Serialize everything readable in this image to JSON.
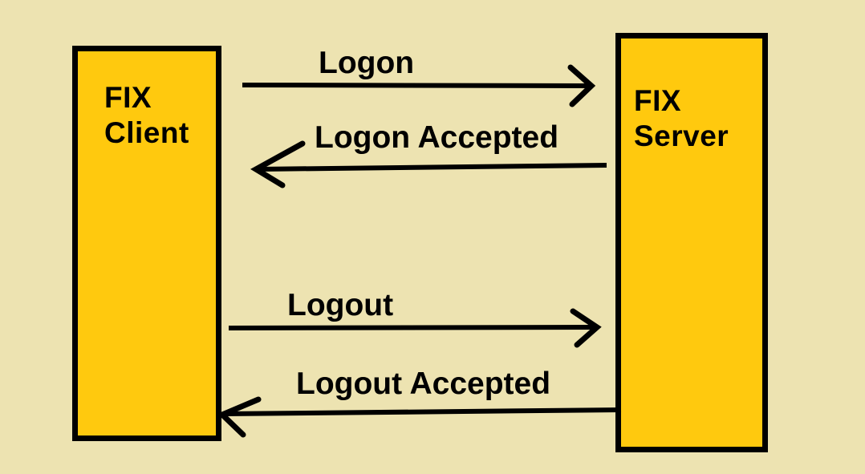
{
  "colors": {
    "background": "#EDE3B1",
    "actor_fill": "#FFC90E",
    "stroke": "#000000"
  },
  "diagram": {
    "type": "sequence",
    "actors": [
      {
        "id": "fix-client",
        "line1": "FIX",
        "line2": "Client"
      },
      {
        "id": "fix-server",
        "line1": "FIX",
        "line2": "Server"
      }
    ],
    "messages": [
      {
        "label": "Logon",
        "from": "FIX Client",
        "to": "FIX Server",
        "direction": "right"
      },
      {
        "label": "Logon Accepted",
        "from": "FIX Server",
        "to": "FIX Client",
        "direction": "left"
      },
      {
        "label": "Logout",
        "from": "FIX Client",
        "to": "FIX Server",
        "direction": "right"
      },
      {
        "label": "Logout Accepted",
        "from": "FIX Server",
        "to": "FIX Client",
        "direction": "left"
      }
    ]
  }
}
